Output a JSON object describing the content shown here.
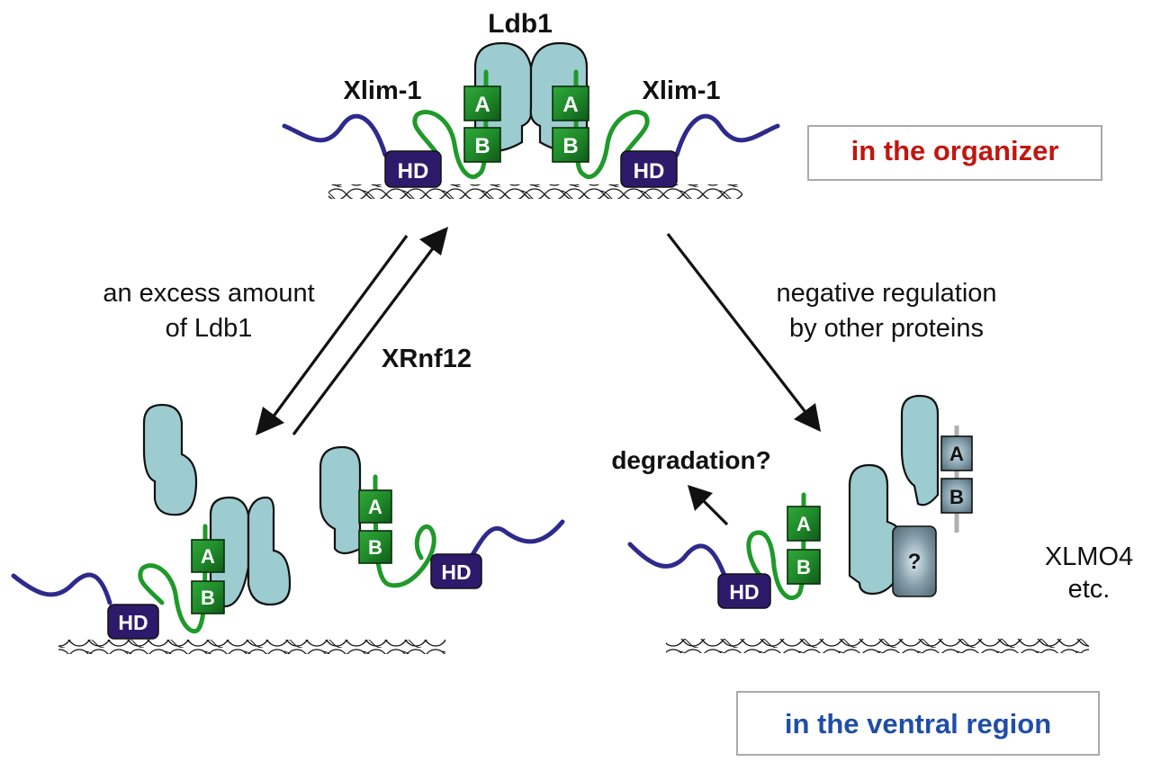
{
  "colors": {
    "organizer_label": "#c0160f",
    "ventral_label": "#1f4ea8",
    "ldb1_fill": "#9ccccf",
    "lim_domain_green": "#1f8a2a",
    "homeodomain_purple": "#2e1a6b",
    "tail_blue": "#2e2a8c",
    "linker_green": "#1f9a2a",
    "lmo_grey": "#6f8894"
  },
  "top_complex": {
    "title": "Ldb1",
    "left_label": "Xlim-1",
    "right_label": "Xlim-1",
    "hd_label": "HD",
    "lim_a": "A",
    "lim_b": "B"
  },
  "region_labels": {
    "organizer": "in the organizer",
    "ventral": "in the ventral region"
  },
  "arrows": {
    "left_down_label_line1": "an excess amount",
    "left_down_label_line2": "of Ldb1",
    "left_up_label": "XRnf12",
    "right_down_label_line1": "negative regulation",
    "right_down_label_line2": "by other proteins",
    "degradation_label": "degradation?"
  },
  "bottom_left": {
    "hd_label": "HD",
    "lim_a": "A",
    "lim_b": "B"
  },
  "bottom_right": {
    "hd_label": "HD",
    "lim_a": "A",
    "lim_b": "B",
    "unknown_label": "?",
    "xlmo4_line1": "XLMO4",
    "xlmo4_line2": "etc."
  }
}
